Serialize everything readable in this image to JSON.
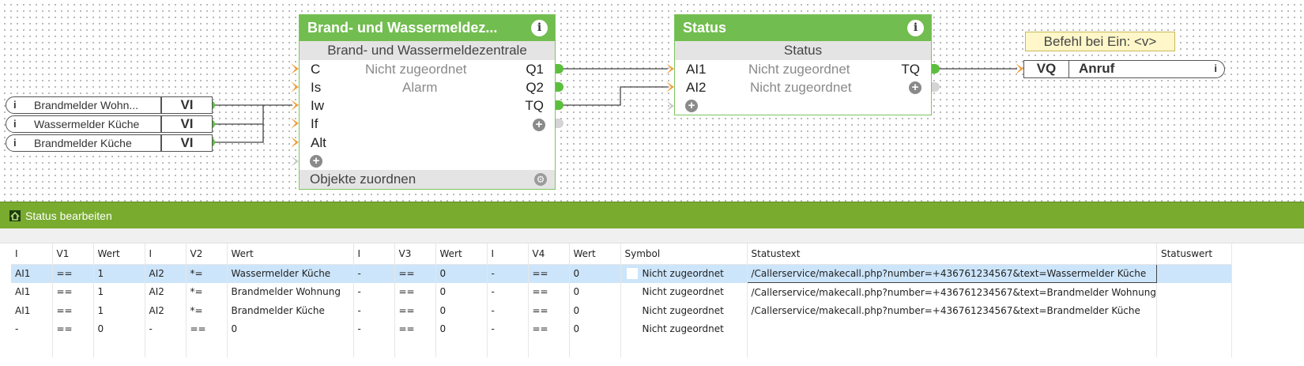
{
  "logic": {
    "main_block": {
      "title": "Brand- und Wassermeldez...",
      "subtitle": "Brand- und Wassermeldezentrale",
      "inputs": [
        "C",
        "Is",
        "Iw",
        "If",
        "Alt"
      ],
      "outputs": [
        "Q1",
        "Q2",
        "TQ"
      ],
      "mid_texts": [
        "Nicht zugeordnet",
        "Alarm"
      ],
      "footer": "Objekte zuordnen"
    },
    "status_block": {
      "title": "Status",
      "subtitle": "Status",
      "inputs": [
        "AI1",
        "AI2"
      ],
      "outputs": [
        "TQ"
      ],
      "mid_texts": [
        "Nicht zugeordnet",
        "Nicht zugeordnet"
      ]
    },
    "input_objects": [
      {
        "name": "Brandmelder Wohn...",
        "tag": "VI"
      },
      {
        "name": "Wassermelder Küche",
        "tag": "VI"
      },
      {
        "name": "Brandmelder Küche",
        "tag": "VI"
      }
    ],
    "callout": "Befehl bei Ein: <v>",
    "output_object": {
      "tag": "VQ",
      "name": "Anruf"
    },
    "info_glyph": "i",
    "plus_glyph": "+",
    "gear_glyph": "⚙"
  },
  "panel": {
    "title": "Status bearbeiten",
    "columns": [
      "I",
      "V1",
      "Wert",
      "I",
      "V2",
      "Wert",
      "I",
      "V3",
      "Wert",
      "I",
      "V4",
      "Wert",
      "Symbol",
      "Statustext",
      "Statuswert"
    ],
    "rows": [
      [
        "AI1",
        "==",
        "1",
        "AI2",
        "*=",
        "Wassermelder Küche",
        "-",
        "==",
        "0",
        "-",
        "==",
        "0",
        "Nicht zugeordnet",
        "/Callerservice/makecall.php?number=+436761234567&text=Wassermelder  Küche",
        ""
      ],
      [
        "AI1",
        "==",
        "1",
        "AI2",
        "*=",
        "Brandmelder Wohnung",
        "-",
        "==",
        "0",
        "-",
        "==",
        "0",
        "Nicht zugeordnet",
        "/Callerservice/makecall.php?number=+436761234567&text=Brandmelder Wohnung",
        ""
      ],
      [
        "AI1",
        "==",
        "1",
        "AI2",
        "*=",
        "Brandmelder Küche",
        "-",
        "==",
        "0",
        "-",
        "==",
        "0",
        "Nicht zugeordnet",
        "/Callerservice/makecall.php?number=+436761234567&text=Brandmelder Küche",
        ""
      ],
      [
        "-",
        "==",
        "0",
        "-",
        "==",
        "0",
        "-",
        "==",
        "0",
        "-",
        "==",
        "0",
        "Nicht zugeordnet",
        "",
        ""
      ]
    ],
    "selected_row": 0
  },
  "colors": {
    "block_header": "#72bd4f",
    "panel_header": "#79ab2f",
    "connector_input": "#f0a040",
    "connector_output": "#5cbf3c",
    "selected_row": "#cce5fb"
  }
}
